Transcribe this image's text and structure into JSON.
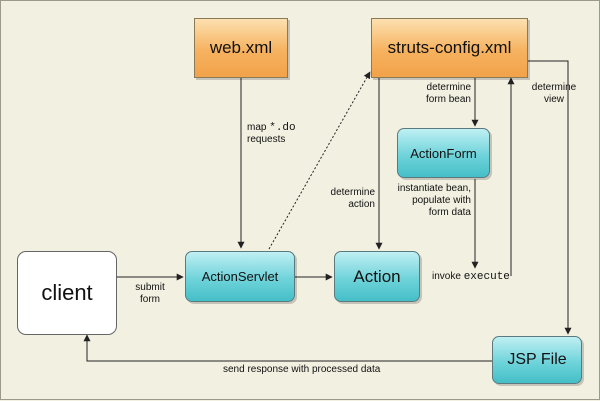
{
  "nodes": {
    "web_xml": "web.xml",
    "struts_config": "struts-config.xml",
    "action_form": "ActionForm",
    "client": "client",
    "action_servlet": "ActionServlet",
    "action": "Action",
    "jsp_file": "JSP File"
  },
  "labels": {
    "map_prefix": "map ",
    "map_code": "*.do",
    "map_suffix": "requests",
    "determine_form_bean_1": "determine",
    "determine_form_bean_2": "form bean",
    "determine_view_1": "determine",
    "determine_view_2": "view",
    "determine_action_1": "determine",
    "determine_action_2": "action",
    "instantiate_1": "instantiate bean,",
    "instantiate_2": "populate with",
    "instantiate_3": "form data",
    "submit_form_1": "submit",
    "submit_form_2": "form",
    "invoke_prefix": "invoke ",
    "invoke_code": "execute",
    "send_response": "send response with processed data"
  }
}
